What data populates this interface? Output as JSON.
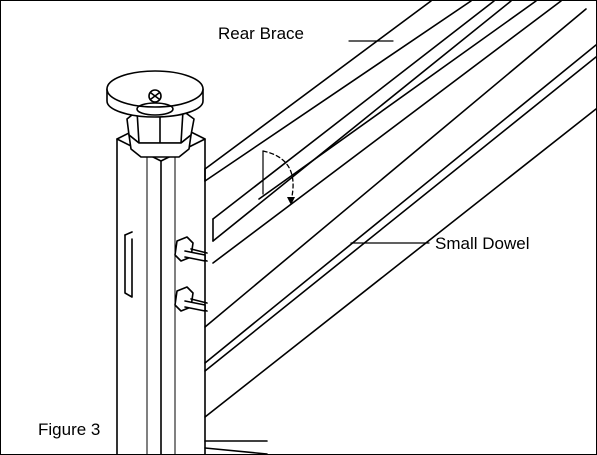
{
  "figure": {
    "caption": "Figure 3",
    "labels": {
      "rear_brace": "Rear Brace",
      "small_dowel": "Small Dowel"
    }
  },
  "colors": {
    "line": "#000000",
    "background": "#ffffff"
  }
}
